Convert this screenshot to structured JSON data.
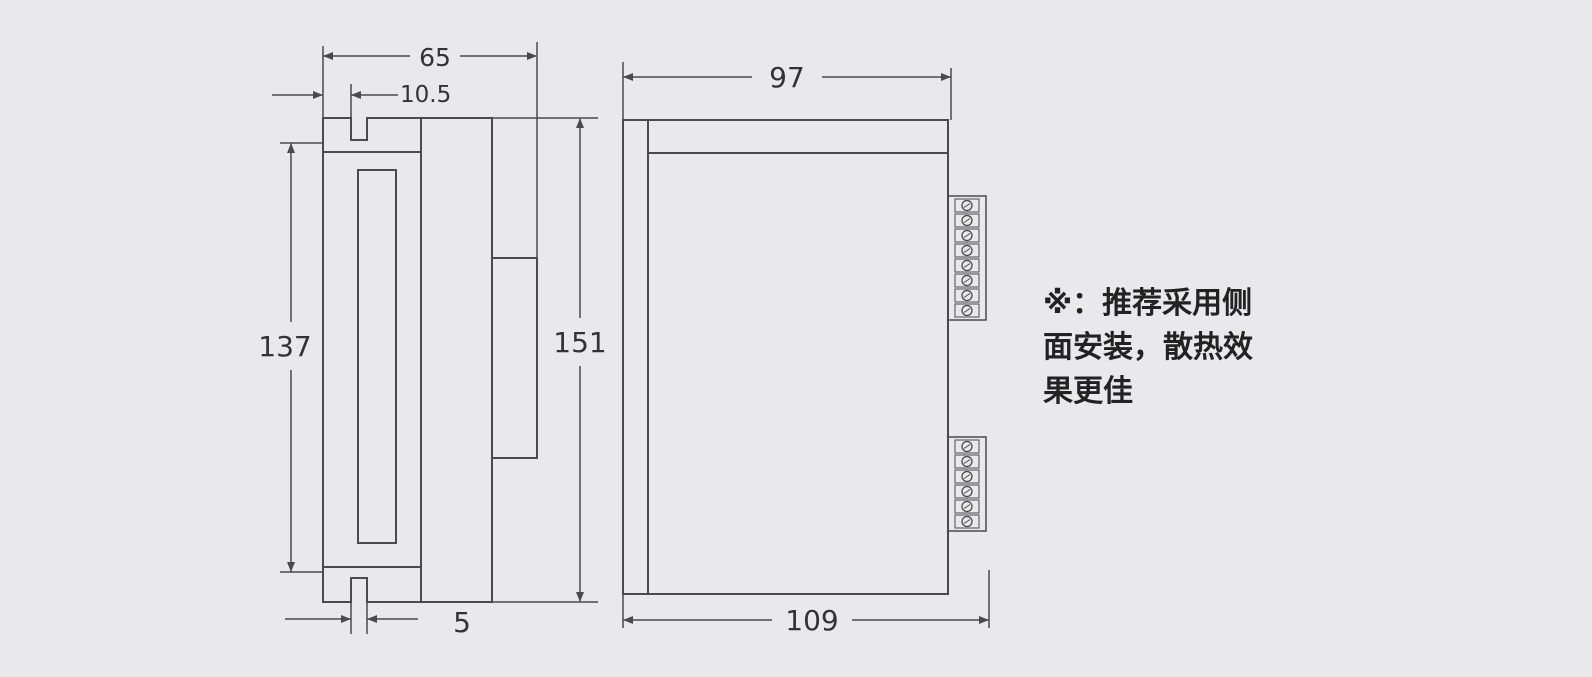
{
  "colors": {
    "background": "#e9e9eb",
    "line": "#4a4a4a",
    "fill": "#e9e9eb"
  },
  "dimensions": {
    "width_65": "65",
    "slot_10_5": "10.5",
    "height_137": "137",
    "height_151": "151",
    "offset_5": "5",
    "depth_97": "97",
    "depth_109": "109"
  },
  "note": {
    "lines": [
      "※：推荐采用侧",
      "面安装，散热效",
      "果更佳"
    ]
  },
  "terminal_blocks": {
    "upper_screws": 8,
    "lower_screws": 6
  }
}
